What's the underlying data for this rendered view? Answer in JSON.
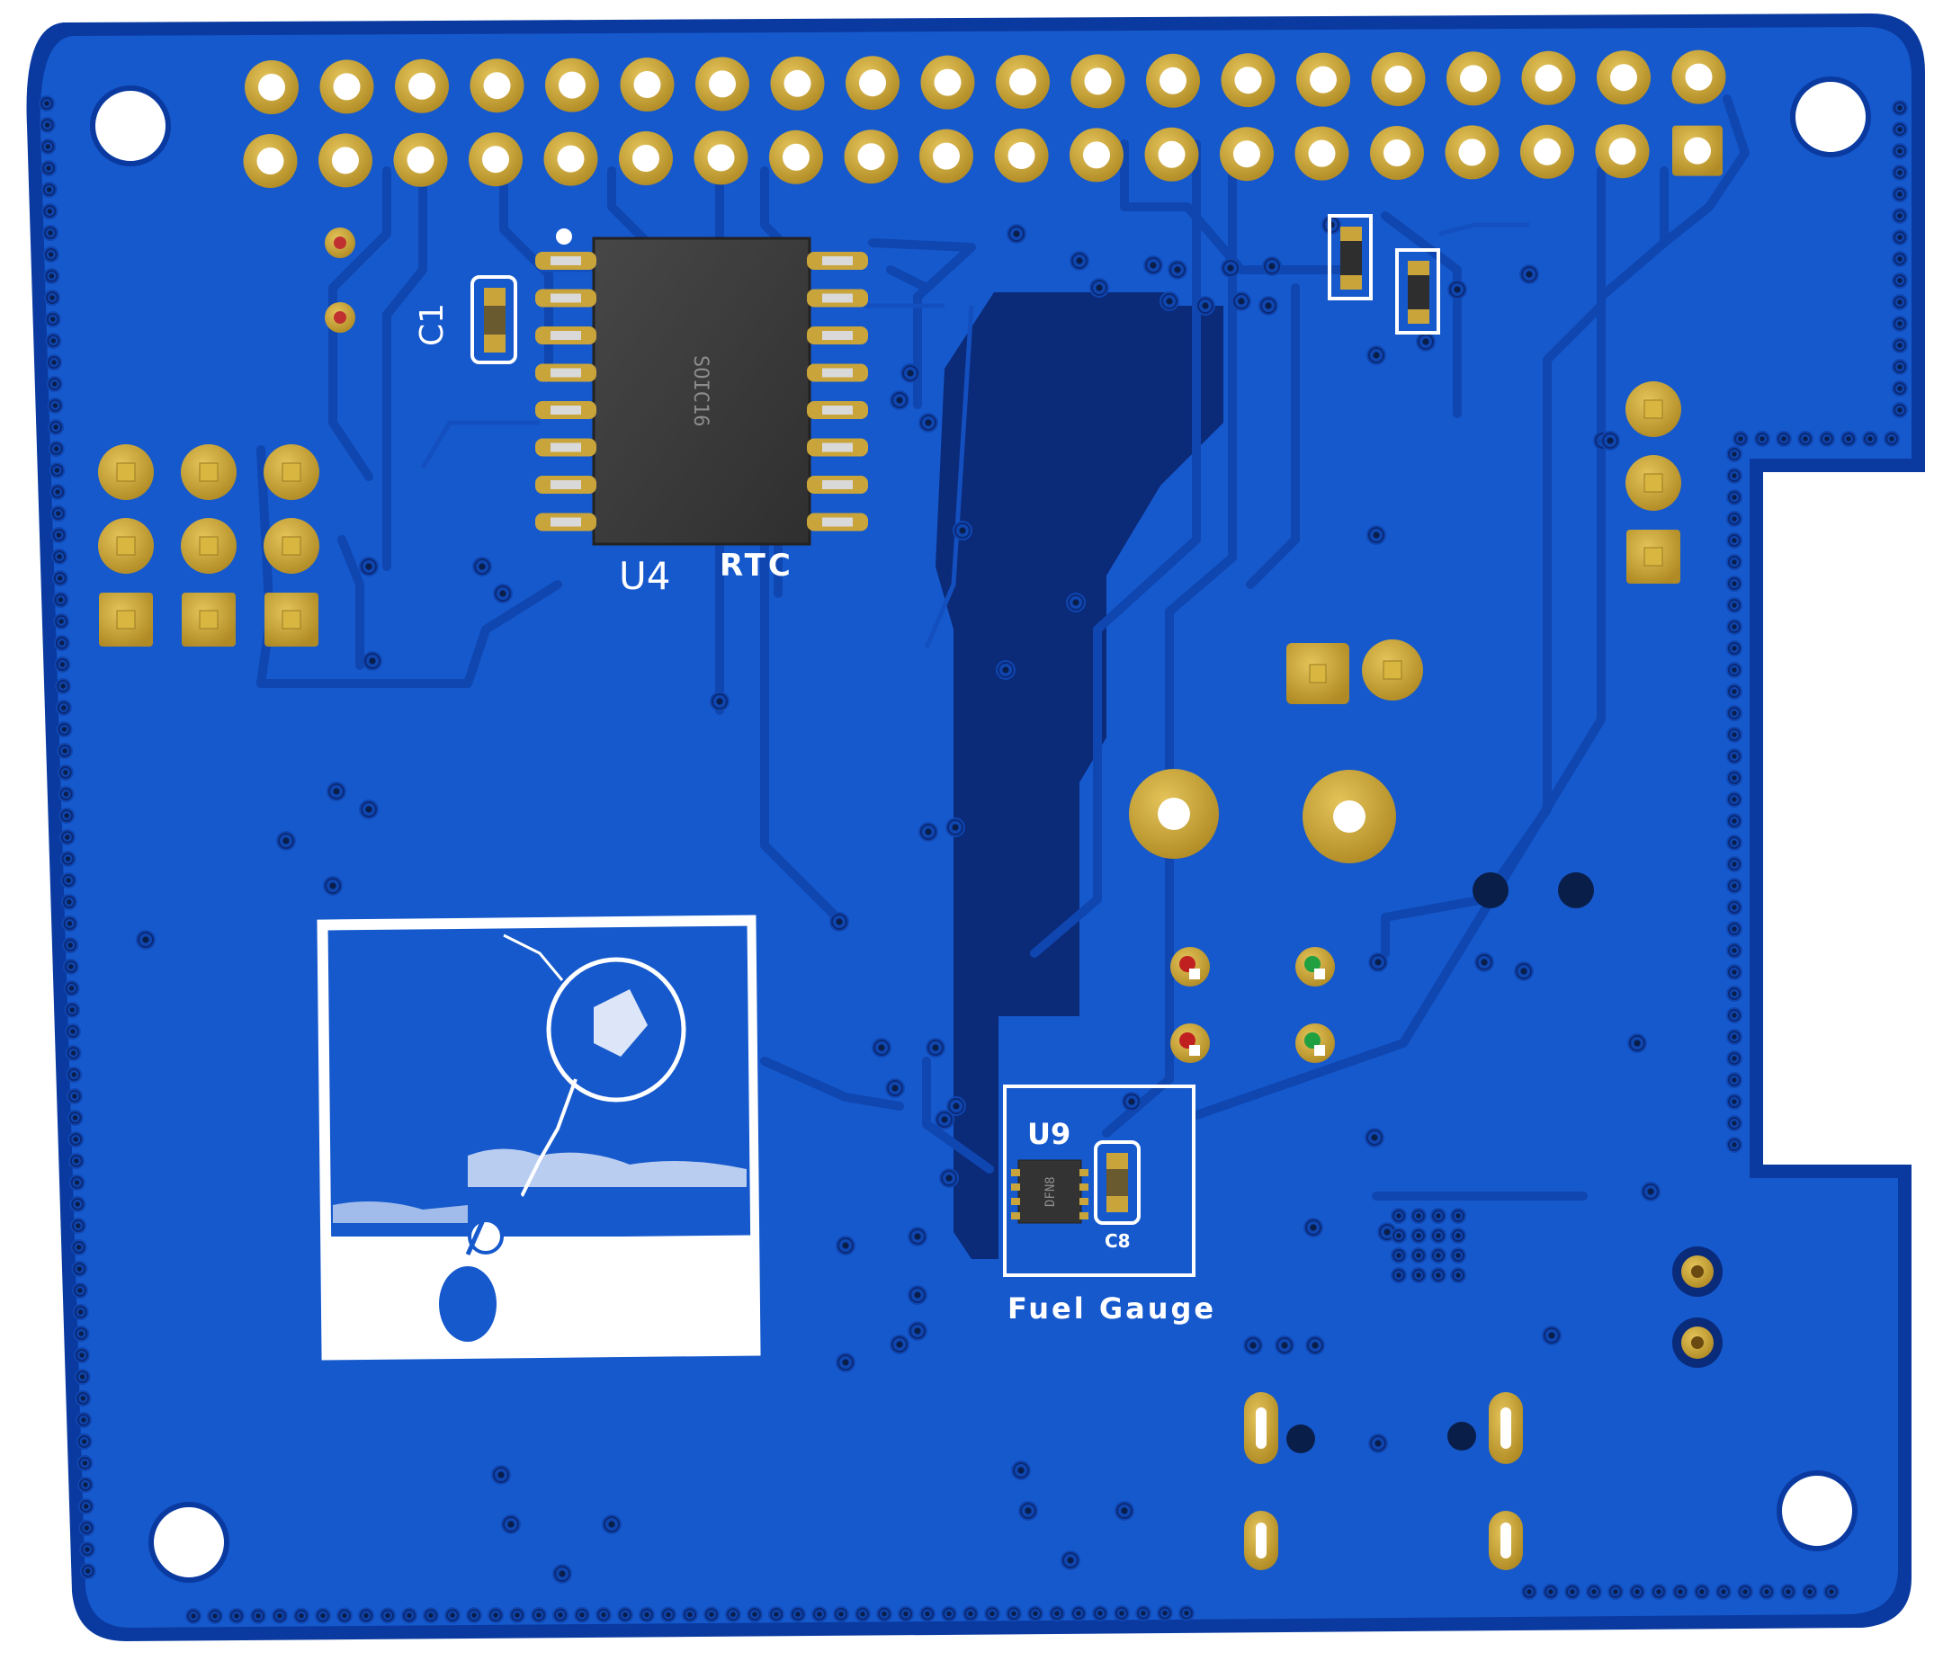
{
  "board": {
    "colors": {
      "background": "#ffffff",
      "substrate": "#0a3aa0",
      "copper_pour": "#1659cc",
      "inner_pour": "#0b2a78",
      "trace": "#0f46b0",
      "pad_gold": "#c9a43a",
      "pad_gold_dark": "#9c7a22",
      "silkscreen": "#ffffff",
      "ic_body": "#3a3a3a",
      "smd_body": "#c9a43a"
    },
    "components": {
      "u4": {
        "reference": "U4",
        "value": "RTC",
        "package": "SOIC16",
        "pin_count": 16
      },
      "u9": {
        "reference": "U9",
        "package": "DFN8",
        "pin_count": 8
      },
      "c1": {
        "reference": "C1"
      },
      "c8": {
        "reference": "C8"
      }
    },
    "silkscreen": {
      "fuel_gauge_label": "Fuel Gauge"
    },
    "gpio_header": {
      "rows": 2,
      "columns": 20,
      "icon": "pin-header-icon"
    },
    "left_header": {
      "rows": 3,
      "columns": 3
    },
    "right_header": {
      "pins": 3
    },
    "artwork": {
      "icon": "balloon-silkscreen-artwork"
    },
    "mounting_holes": {
      "count": 4,
      "icon": "mounting-hole-icon"
    }
  }
}
